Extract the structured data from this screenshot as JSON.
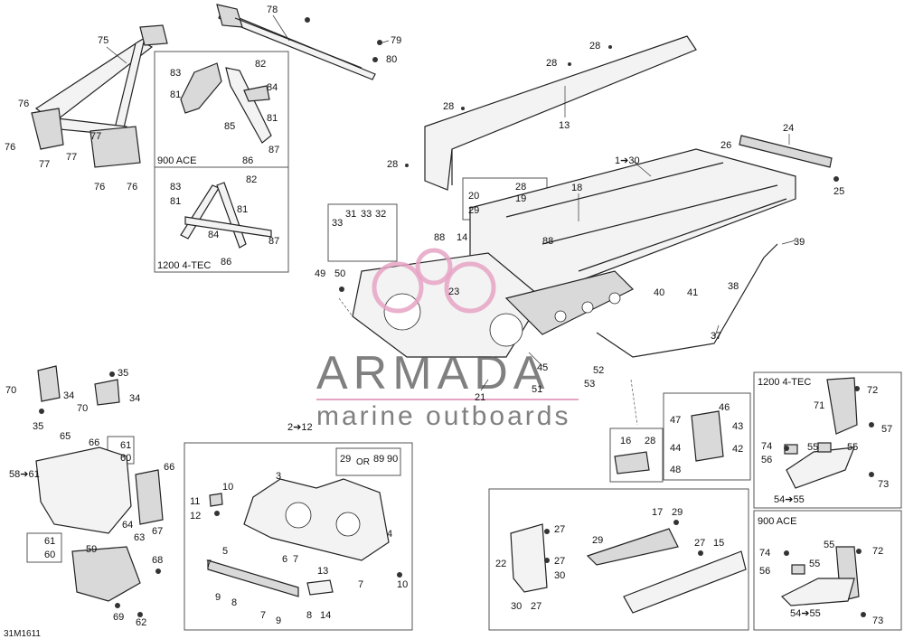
{
  "watermark": {
    "brand": "ARMADA",
    "tagline": "marine outboards",
    "accent_color": "#e6a3c4"
  },
  "figure_code": "31M1611",
  "inset_boxes": {
    "upper_mount_900": "900 ACE",
    "upper_mount_1200": "1200 4-TEC",
    "right_mount_1200": "1200 4-TEC",
    "right_mount_900": "900 ACE",
    "front_cradle_range": "2➔12",
    "hardware_alt": "OR"
  },
  "callouts": {
    "c75": "75",
    "c76a": "76",
    "c76b": "76",
    "c76c": "76",
    "c76d": "76",
    "c77a": "77",
    "c77b": "77",
    "c77c": "77",
    "c78": "78",
    "c79": "79",
    "c80": "80",
    "c83a": "83",
    "c82a": "82",
    "c81a": "81",
    "c84a": "84",
    "c85": "85",
    "c81b": "81",
    "c86a": "86",
    "c87a": "87",
    "c83b": "83",
    "c82b": "82",
    "c81c": "81",
    "c81d": "81",
    "c84b": "84",
    "c87b": "87",
    "c86b": "86",
    "c28a": "28",
    "c28b": "28",
    "c28c": "28",
    "c28d": "28",
    "c28e": "28",
    "c13": "13",
    "c24": "24",
    "c26": "26",
    "c25": "25",
    "c1to30": "1➔30",
    "c18": "18",
    "c20": "20",
    "c29a": "29",
    "c19": "19",
    "c88a": "88",
    "c88b": "88",
    "c31": "31",
    "c33a": "33",
    "c33b": "33",
    "c32": "32",
    "c14a": "14",
    "c23": "23",
    "c49": "49",
    "c50": "50",
    "c39": "39",
    "c38": "38",
    "c37": "37",
    "c40": "40",
    "c41": "41",
    "c45": "45",
    "c52": "52",
    "c53": "53",
    "c51": "51",
    "c21": "21",
    "c35a": "35",
    "c35b": "35",
    "c70a": "70",
    "c70b": "70",
    "c34a": "34",
    "c34b": "34",
    "c46": "46",
    "c47": "47",
    "c43": "43",
    "c44": "44",
    "c42": "42",
    "c48": "48",
    "c16": "16",
    "c28f": "28",
    "c72a": "72",
    "c71": "71",
    "c57": "57",
    "c74a": "74",
    "c55a": "55",
    "c55b": "55",
    "c56a": "56",
    "c73a": "73",
    "c54a": "54➔55",
    "c65": "65",
    "c66a": "66",
    "c61a": "61",
    "c60a": "60",
    "c58": "58➔61",
    "c66b": "66",
    "c64": "64",
    "c63": "63",
    "c67": "67",
    "c61b": "61",
    "c60b": "60",
    "c59": "59",
    "c68": "68",
    "c69": "69",
    "c62": "62",
    "c3": "3",
    "c10a": "10",
    "c11": "11",
    "c12": "12",
    "c4": "4",
    "c29b": "29",
    "c89": "89",
    "c90": "90",
    "c5": "5",
    "c7a": "7",
    "c6": "6",
    "c7b": "7",
    "c7c": "7",
    "c10b": "10",
    "c13b": "13",
    "c9a": "9",
    "c8a": "8",
    "c14b": "14",
    "c7d": "7",
    "c9b": "9",
    "c8b": "8",
    "c17": "17",
    "c29c": "29",
    "c29d": "29",
    "c27a": "27",
    "c27b": "27",
    "c27c": "27",
    "c15": "15",
    "c22": "22",
    "c30a": "30",
    "c30b": "30",
    "c27d": "27",
    "c74b": "74",
    "c55c": "55",
    "c72b": "72",
    "c55d": "55",
    "c56b": "56",
    "c54b": "54➔55",
    "c73b": "73"
  }
}
